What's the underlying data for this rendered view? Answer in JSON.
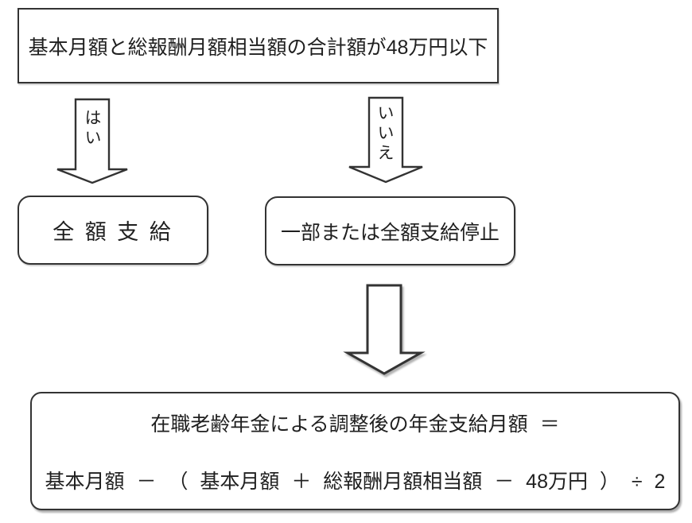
{
  "diagram": {
    "type": "flowchart",
    "language": "ja",
    "condition_box": {
      "text": "基本月額と総報酬月額相当額の合計額が48万円以下"
    },
    "branches": {
      "yes_label": "はい",
      "no_label": "いいえ"
    },
    "yes_result_box": {
      "text": "全 額 支 給"
    },
    "no_result_box": {
      "text": "一部または全額支給停止"
    },
    "formula_box": {
      "line1": "在職老齢年金による調整後の年金支給月額 ＝",
      "line2": "基本月額 － （ 基本月額 ＋ 総報酬月額相当額 － 48万円 ） ÷ 2"
    },
    "colors": {
      "border": "#333333",
      "text": "#1f1f1f",
      "background": "#ffffff"
    }
  }
}
